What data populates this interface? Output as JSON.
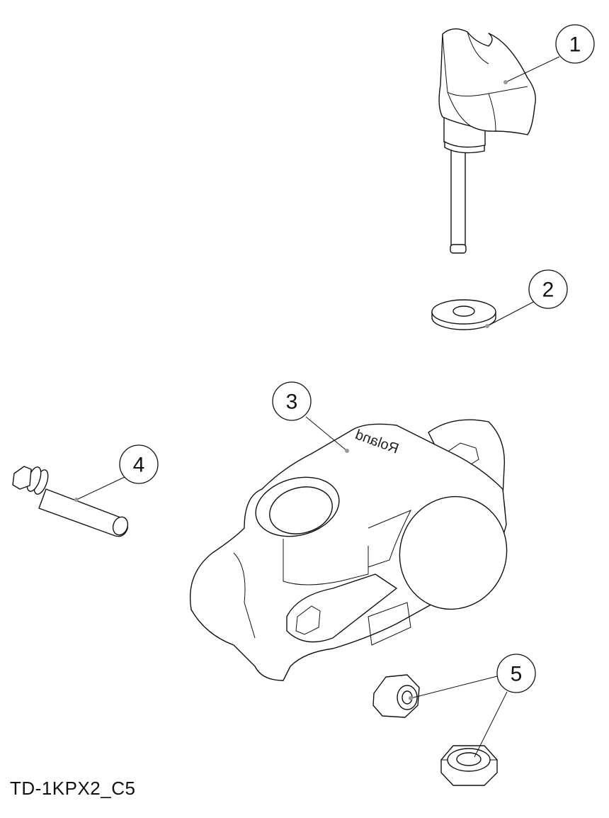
{
  "diagram": {
    "drawing_code": "TD-1KPX2_C5",
    "brand_logo_on_part": "Roland",
    "callouts": [
      {
        "number": "1",
        "part": "wing-bolt"
      },
      {
        "number": "2",
        "part": "washer"
      },
      {
        "number": "3",
        "part": "clamp"
      },
      {
        "number": "4",
        "part": "pin"
      },
      {
        "number": "5",
        "part": "nut"
      }
    ]
  }
}
